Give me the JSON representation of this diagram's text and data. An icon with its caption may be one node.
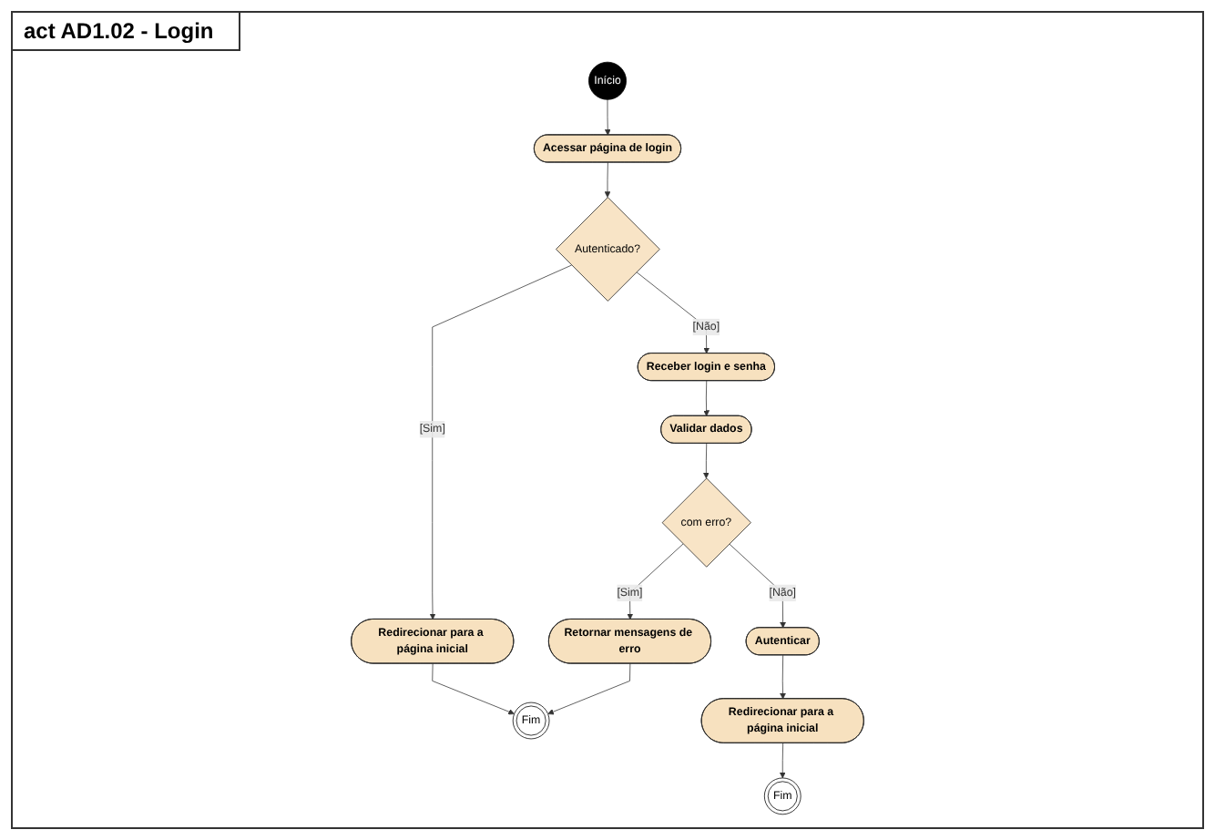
{
  "diagram": {
    "title": "act AD1.02 - Login",
    "nodes": [
      {
        "text": [
          "Início"
        ]
      },
      {
        "text": [
          "Acessar página de login"
        ]
      },
      {
        "text": [
          "Autenticado?"
        ]
      },
      {
        "text": [
          "Redirecionar para a página inicial"
        ]
      },
      {
        "text": [
          "Receber login e senha"
        ]
      },
      {
        "text": [
          "Validar dados"
        ]
      },
      {
        "text": [
          "Fim"
        ]
      },
      {
        "text": [
          "com erro?"
        ]
      },
      {
        "text": [
          "Retornar mensagens de erro"
        ]
      },
      {
        "text": [
          "Autenticar"
        ]
      },
      {
        "text": [
          "Redirecionar para a página inicial"
        ]
      },
      {
        "text": [
          "Fim"
        ]
      }
    ],
    "edges": [
      {
        "from": 0,
        "to": 1,
        "arrow": "to"
      },
      {
        "from": 1,
        "to": 2,
        "arrow": "to"
      },
      {
        "from": 2,
        "to": 3,
        "arrow": "to",
        "label": "[Sim]"
      },
      {
        "from": 2,
        "to": 4,
        "arrow": "to",
        "label": "[Não]"
      },
      {
        "from": 4,
        "to": 5,
        "arrow": "to"
      },
      {
        "from": 3,
        "to": 6,
        "arrow": "to"
      },
      {
        "from": 5,
        "to": 7,
        "arrow": "to"
      },
      {
        "from": 7,
        "to": 8,
        "arrow": "to",
        "label": "[Sim]"
      },
      {
        "from": 8,
        "to": 6,
        "arrow": "to"
      },
      {
        "from": 7,
        "to": 9,
        "arrow": "to",
        "label": "[Não]"
      },
      {
        "from": 9,
        "to": 10,
        "arrow": "to"
      },
      {
        "from": 10,
        "to": 11,
        "arrow": "to"
      }
    ]
  }
}
